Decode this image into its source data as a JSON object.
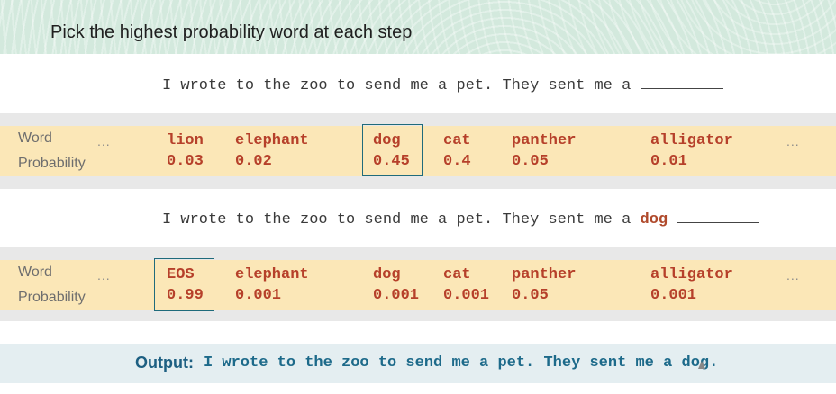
{
  "header": {
    "title": "Pick the highest probability word at each step"
  },
  "step1": {
    "sentence": "I wrote to the zoo to send me a pet. They sent me a",
    "word_label": "Word",
    "prob_label": "Probability",
    "dots": "...",
    "words": [
      "lion",
      "elephant",
      "dog",
      "cat",
      "panther",
      "alligator"
    ],
    "probs": [
      "0.03",
      "0.02",
      "0.45",
      "0.4",
      "0.05",
      "0.01"
    ],
    "selected": "dog"
  },
  "step2": {
    "sentence": "I wrote to the zoo to send me a pet. They sent me a",
    "appended_word": "dog",
    "word_label": "Word",
    "prob_label": "Probability",
    "dots": "...",
    "words": [
      "EOS",
      "elephant",
      "dog",
      "cat",
      "panther",
      "alligator"
    ],
    "probs": [
      "0.99",
      "0.001",
      "0.001",
      "0.001",
      "0.05",
      "0.001"
    ],
    "selected": "EOS"
  },
  "output": {
    "label": "Output:",
    "text": "I wrote to the zoo to send me a pet. They sent me a dog."
  },
  "colors": {
    "header_bg": "#d3e9dd",
    "table_bg": "#fbe7b7",
    "word_color": "#b6402a",
    "box_color": "#1f6b7c",
    "output_color": "#1d6a8a"
  }
}
